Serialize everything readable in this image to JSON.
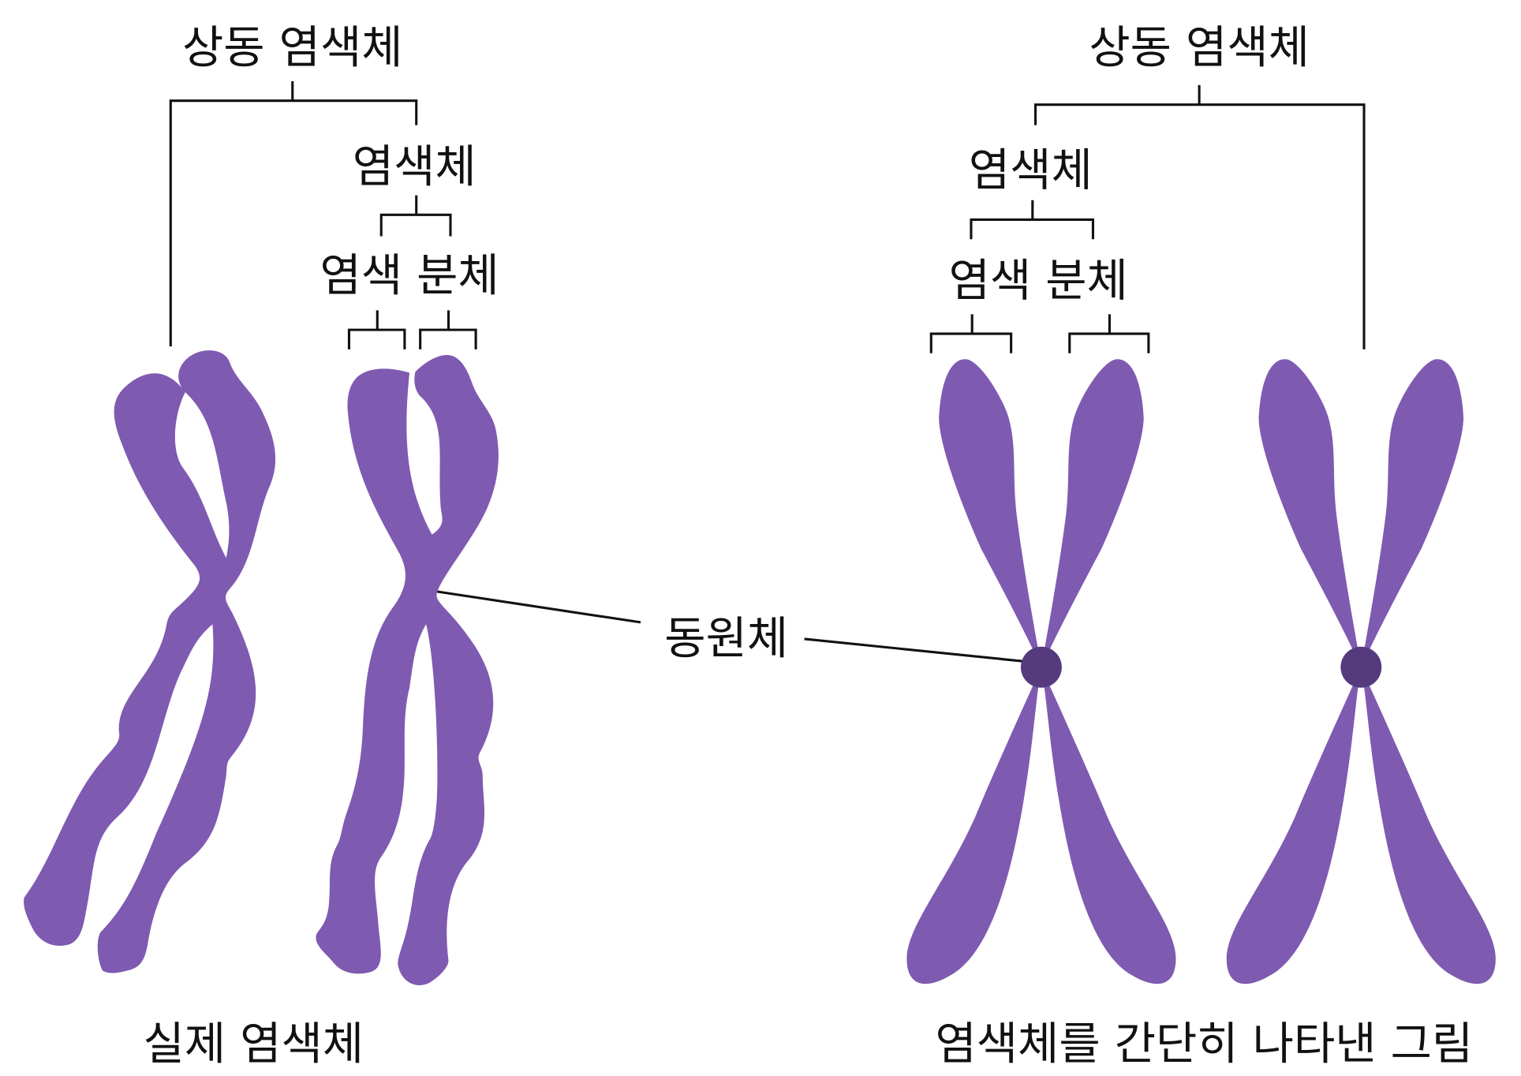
{
  "labels": {
    "homolog_left": "상동 염색체",
    "homolog_right": "상동 염색체",
    "chromosome_left": "염색체",
    "chromosome_right": "염색체",
    "chromatid_left": "염색 분체",
    "chromatid_right": "염색 분체",
    "centromere": "동원체",
    "caption_left": "실제 염색체",
    "caption_right": "염색체를 간단히 나타낸 그림"
  },
  "colors": {
    "chromosome": "#7f5ab1",
    "centromere": "#553a7e"
  }
}
